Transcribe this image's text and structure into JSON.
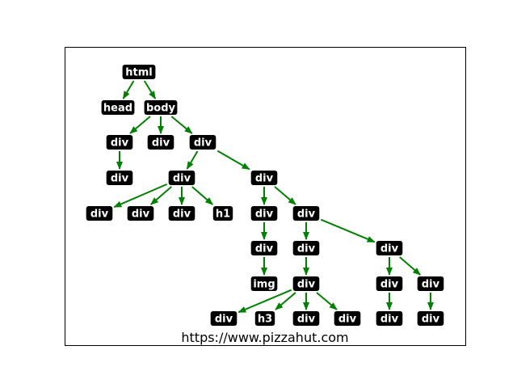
{
  "diagram": {
    "type": "dom-tree",
    "caption": "https://www.pizzahut.com",
    "edge_color": "#008000",
    "node_bg_color": "#000000",
    "node_text_color": "#ffffff",
    "nodes": [
      {
        "id": "n0",
        "label": "html"
      },
      {
        "id": "n1",
        "label": "head"
      },
      {
        "id": "n2",
        "label": "body"
      },
      {
        "id": "n3",
        "label": "div"
      },
      {
        "id": "n4",
        "label": "div"
      },
      {
        "id": "n5",
        "label": "div"
      },
      {
        "id": "n6",
        "label": "div"
      },
      {
        "id": "n7",
        "label": "div"
      },
      {
        "id": "n8",
        "label": "div"
      },
      {
        "id": "n9",
        "label": "div"
      },
      {
        "id": "n10",
        "label": "div"
      },
      {
        "id": "n11",
        "label": "div"
      },
      {
        "id": "n12",
        "label": "h1"
      },
      {
        "id": "n13",
        "label": "div"
      },
      {
        "id": "n14",
        "label": "div"
      },
      {
        "id": "n15",
        "label": "div"
      },
      {
        "id": "n16",
        "label": "div"
      },
      {
        "id": "n17",
        "label": "div"
      },
      {
        "id": "n18",
        "label": "img"
      },
      {
        "id": "n19",
        "label": "div"
      },
      {
        "id": "n20",
        "label": "div"
      },
      {
        "id": "n21",
        "label": "div"
      },
      {
        "id": "n22",
        "label": "div"
      },
      {
        "id": "n23",
        "label": "h3"
      },
      {
        "id": "n24",
        "label": "div"
      },
      {
        "id": "n25",
        "label": "div"
      },
      {
        "id": "n26",
        "label": "div"
      },
      {
        "id": "n27",
        "label": "div"
      }
    ],
    "edges": [
      [
        "n0",
        "n1"
      ],
      [
        "n0",
        "n2"
      ],
      [
        "n2",
        "n3"
      ],
      [
        "n2",
        "n4"
      ],
      [
        "n2",
        "n5"
      ],
      [
        "n3",
        "n6"
      ],
      [
        "n5",
        "n7"
      ],
      [
        "n5",
        "n8"
      ],
      [
        "n7",
        "n9"
      ],
      [
        "n7",
        "n10"
      ],
      [
        "n7",
        "n11"
      ],
      [
        "n7",
        "n12"
      ],
      [
        "n8",
        "n13"
      ],
      [
        "n8",
        "n14"
      ],
      [
        "n13",
        "n15"
      ],
      [
        "n14",
        "n16"
      ],
      [
        "n14",
        "n17"
      ],
      [
        "n15",
        "n18"
      ],
      [
        "n16",
        "n19"
      ],
      [
        "n17",
        "n20"
      ],
      [
        "n17",
        "n21"
      ],
      [
        "n19",
        "n22"
      ],
      [
        "n19",
        "n23"
      ],
      [
        "n19",
        "n24"
      ],
      [
        "n19",
        "n25"
      ],
      [
        "n20",
        "n26"
      ],
      [
        "n21",
        "n27"
      ]
    ]
  }
}
